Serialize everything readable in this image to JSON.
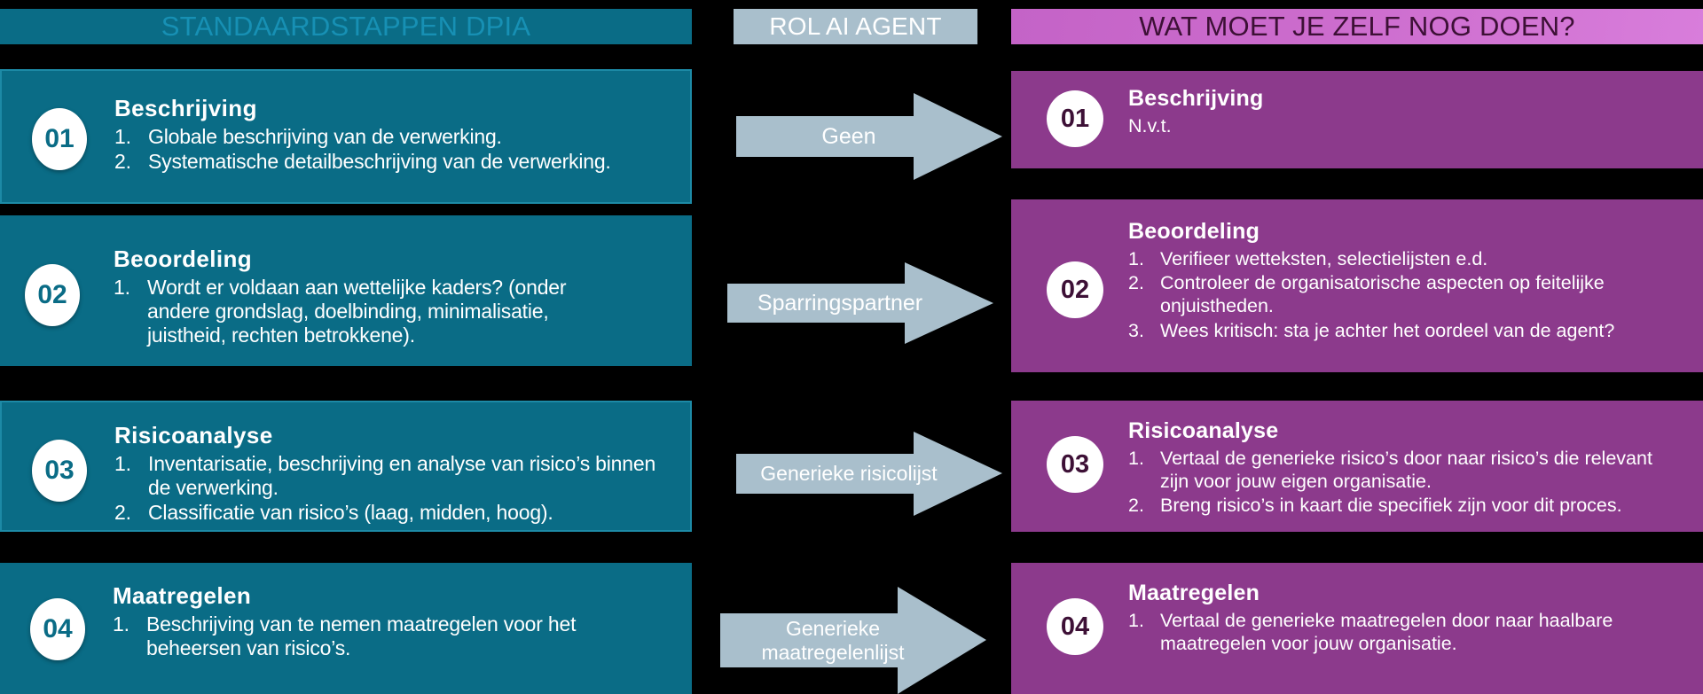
{
  "columns": {
    "left": {
      "header": "STANDAARDSTAPPEN DPIA",
      "bg": "#0a6c86",
      "header_text_color": "#1790b4"
    },
    "middle": {
      "header": "ROL AI AGENT",
      "bg": "#a9bfcc",
      "header_text_color": "#ffffff"
    },
    "right": {
      "header": "WAT MOET JE ZELF NOG DOEN?",
      "bg": "#8c3a8c",
      "header_bg": "#cc6ccd",
      "header_text_color": "#3d1036"
    }
  },
  "rows": [
    {
      "number": "01",
      "left": {
        "title": "Beschrijving",
        "items": [
          "Globale beschrijving van de verwerking.",
          "Systematische detailbeschrijving van de verwerking."
        ]
      },
      "arrow": {
        "label": "Geen"
      },
      "right": {
        "title": "Beschrijving",
        "plain": "N.v.t.",
        "items": []
      }
    },
    {
      "number": "02",
      "left": {
        "title": "Beoordeling",
        "items": [
          "Wordt er voldaan aan wettelijke kaders? (onder andere grondslag, doelbinding, minimalisatie, juistheid, rechten betrokkene)."
        ]
      },
      "arrow": {
        "label": "Sparringspartner"
      },
      "right": {
        "title": "Beoordeling",
        "items": [
          "Verifieer wetteksten, selectielijsten e.d.",
          "Controleer de organisatorische aspecten op feitelijke onjuistheden.",
          "Wees kritisch: sta je achter het oordeel van de agent?"
        ]
      }
    },
    {
      "number": "03",
      "left": {
        "title": "Risicoanalyse",
        "items": [
          "Inventarisatie, beschrijving en analyse van risico’s binnen de verwerking.",
          "Classificatie van risico’s (laag, midden, hoog)."
        ]
      },
      "arrow": {
        "label": "Generieke risicolijst"
      },
      "right": {
        "title": "Risicoanalyse",
        "items": [
          "Vertaal de generieke risico’s door naar risico’s die relevant zijn voor jouw eigen organisatie.",
          "Breng risico’s in kaart die specifiek zijn voor dit proces."
        ]
      }
    },
    {
      "number": "04",
      "left": {
        "title": "Maatregelen",
        "items": [
          "Beschrijving van te nemen maatregelen voor het beheersen van risico’s."
        ]
      },
      "arrow": {
        "label": "Generieke maatregelenlijst"
      },
      "right": {
        "title": "Maatregelen",
        "items": [
          "Vertaal de generieke maatregelen door naar haalbare maatregelen voor jouw organisatie."
        ]
      }
    }
  ],
  "list_markers": [
    "1.",
    "2.",
    "3."
  ]
}
